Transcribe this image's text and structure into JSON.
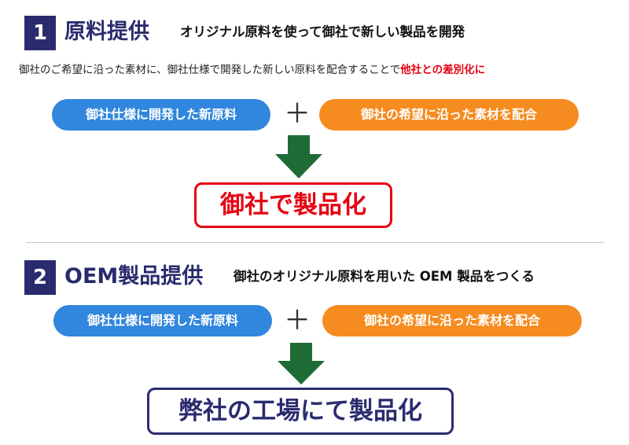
{
  "colors": {
    "navy": "#2a2b6e",
    "blue_pill": "#3186dd",
    "orange_pill": "#f68b1f",
    "red": "#e60012",
    "arrow_green": "#1e6b35"
  },
  "section1": {
    "number": "1",
    "title": "原料提供",
    "description": "オリジナル原料を使って御社で新しい製品を開発",
    "intro_text": "御社のご希望に沿った素材に、御社仕様で開発した新しい原料を配合することで",
    "intro_highlight": "他社との差別化に",
    "pill_left": "御社仕様に開発した新原料",
    "plus": "＋",
    "pill_right": "御社の希望に沿った素材を配合",
    "result": "御社で製品化"
  },
  "section2": {
    "number": "2",
    "title": "OEM製品提供",
    "description": "御社のオリジナル原料を用いた OEM 製品をつくる",
    "pill_left": "御社仕様に開発した新原料",
    "plus": "＋",
    "pill_right": "御社の希望に沿った素材を配合",
    "result": "弊社の工場にて製品化"
  }
}
